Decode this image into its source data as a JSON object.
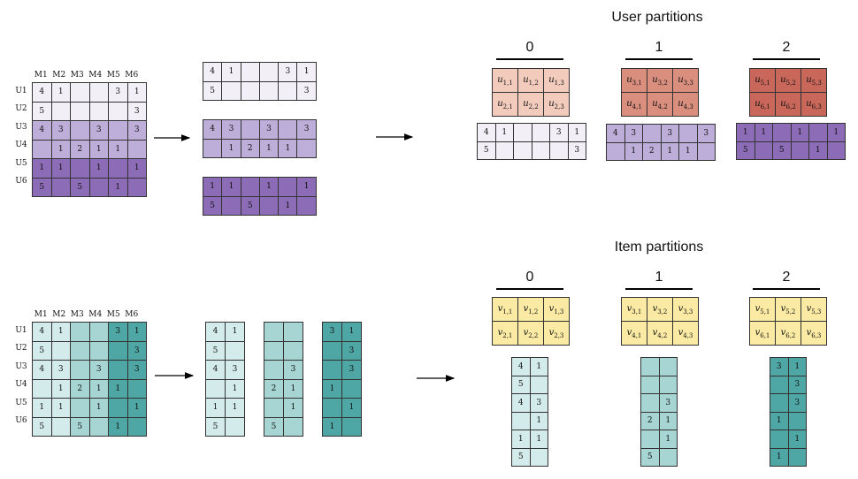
{
  "titles": {
    "user": "User partitions",
    "item": "Item partitions"
  },
  "partition_labels": [
    "0",
    "1",
    "2"
  ],
  "column_headers": [
    "M1",
    "M2",
    "M3",
    "M4",
    "M5",
    "M6"
  ],
  "row_headers": [
    "U1",
    "U2",
    "U3",
    "U4",
    "U5",
    "U6"
  ],
  "ratings": [
    [
      "4",
      "1",
      "",
      "",
      "3",
      "1"
    ],
    [
      "5",
      "",
      "",
      "",
      "",
      "3"
    ],
    [
      "4",
      "3",
      "",
      "3",
      "",
      "3"
    ],
    [
      "",
      "1",
      "2",
      "1",
      "1",
      ""
    ],
    [
      "1",
      "1",
      "",
      "1",
      "",
      "1"
    ],
    [
      "5",
      "",
      "5",
      "",
      "1",
      ""
    ]
  ],
  "colors": {
    "user_light": "#f2eff7",
    "user_mid": "#bcaed8",
    "user_dark": "#8c6cb6",
    "item_light": "#d3ebea",
    "item_mid": "#a6d5d3",
    "item_dark": "#4fa7a5",
    "u_factor": [
      "#f2cbbd",
      "#d98e7e",
      "#c8675a"
    ],
    "v_factor": "#faeaa4"
  },
  "user_factors": [
    [
      [
        "u",
        "1,1"
      ],
      [
        "u",
        "1,2"
      ],
      [
        "u",
        "1,3"
      ],
      [
        "u",
        "2,1"
      ],
      [
        "u",
        "2,2"
      ],
      [
        "u",
        "2,3"
      ]
    ],
    [
      [
        "u",
        "3,1"
      ],
      [
        "u",
        "3,2"
      ],
      [
        "u",
        "3,3"
      ],
      [
        "u",
        "4,1"
      ],
      [
        "u",
        "4,2"
      ],
      [
        "u",
        "4,3"
      ]
    ],
    [
      [
        "u",
        "5,1"
      ],
      [
        "u",
        "5,2"
      ],
      [
        "u",
        "5,3"
      ],
      [
        "u",
        "6,1"
      ],
      [
        "u",
        "6,2"
      ],
      [
        "u",
        "6,3"
      ]
    ]
  ],
  "item_factors": [
    [
      [
        "v",
        "1,1"
      ],
      [
        "v",
        "1,2"
      ],
      [
        "v",
        "1,3"
      ],
      [
        "v",
        "2,1"
      ],
      [
        "v",
        "2,2"
      ],
      [
        "v",
        "2,3"
      ]
    ],
    [
      [
        "v",
        "3,1"
      ],
      [
        "v",
        "3,2"
      ],
      [
        "v",
        "3,3"
      ],
      [
        "v",
        "4,1"
      ],
      [
        "v",
        "4,2"
      ],
      [
        "v",
        "4,3"
      ]
    ],
    [
      [
        "v",
        "5,1"
      ],
      [
        "v",
        "5,2"
      ],
      [
        "v",
        "5,3"
      ],
      [
        "v",
        "6,1"
      ],
      [
        "v",
        "6,2"
      ],
      [
        "v",
        "6,3"
      ]
    ]
  ]
}
